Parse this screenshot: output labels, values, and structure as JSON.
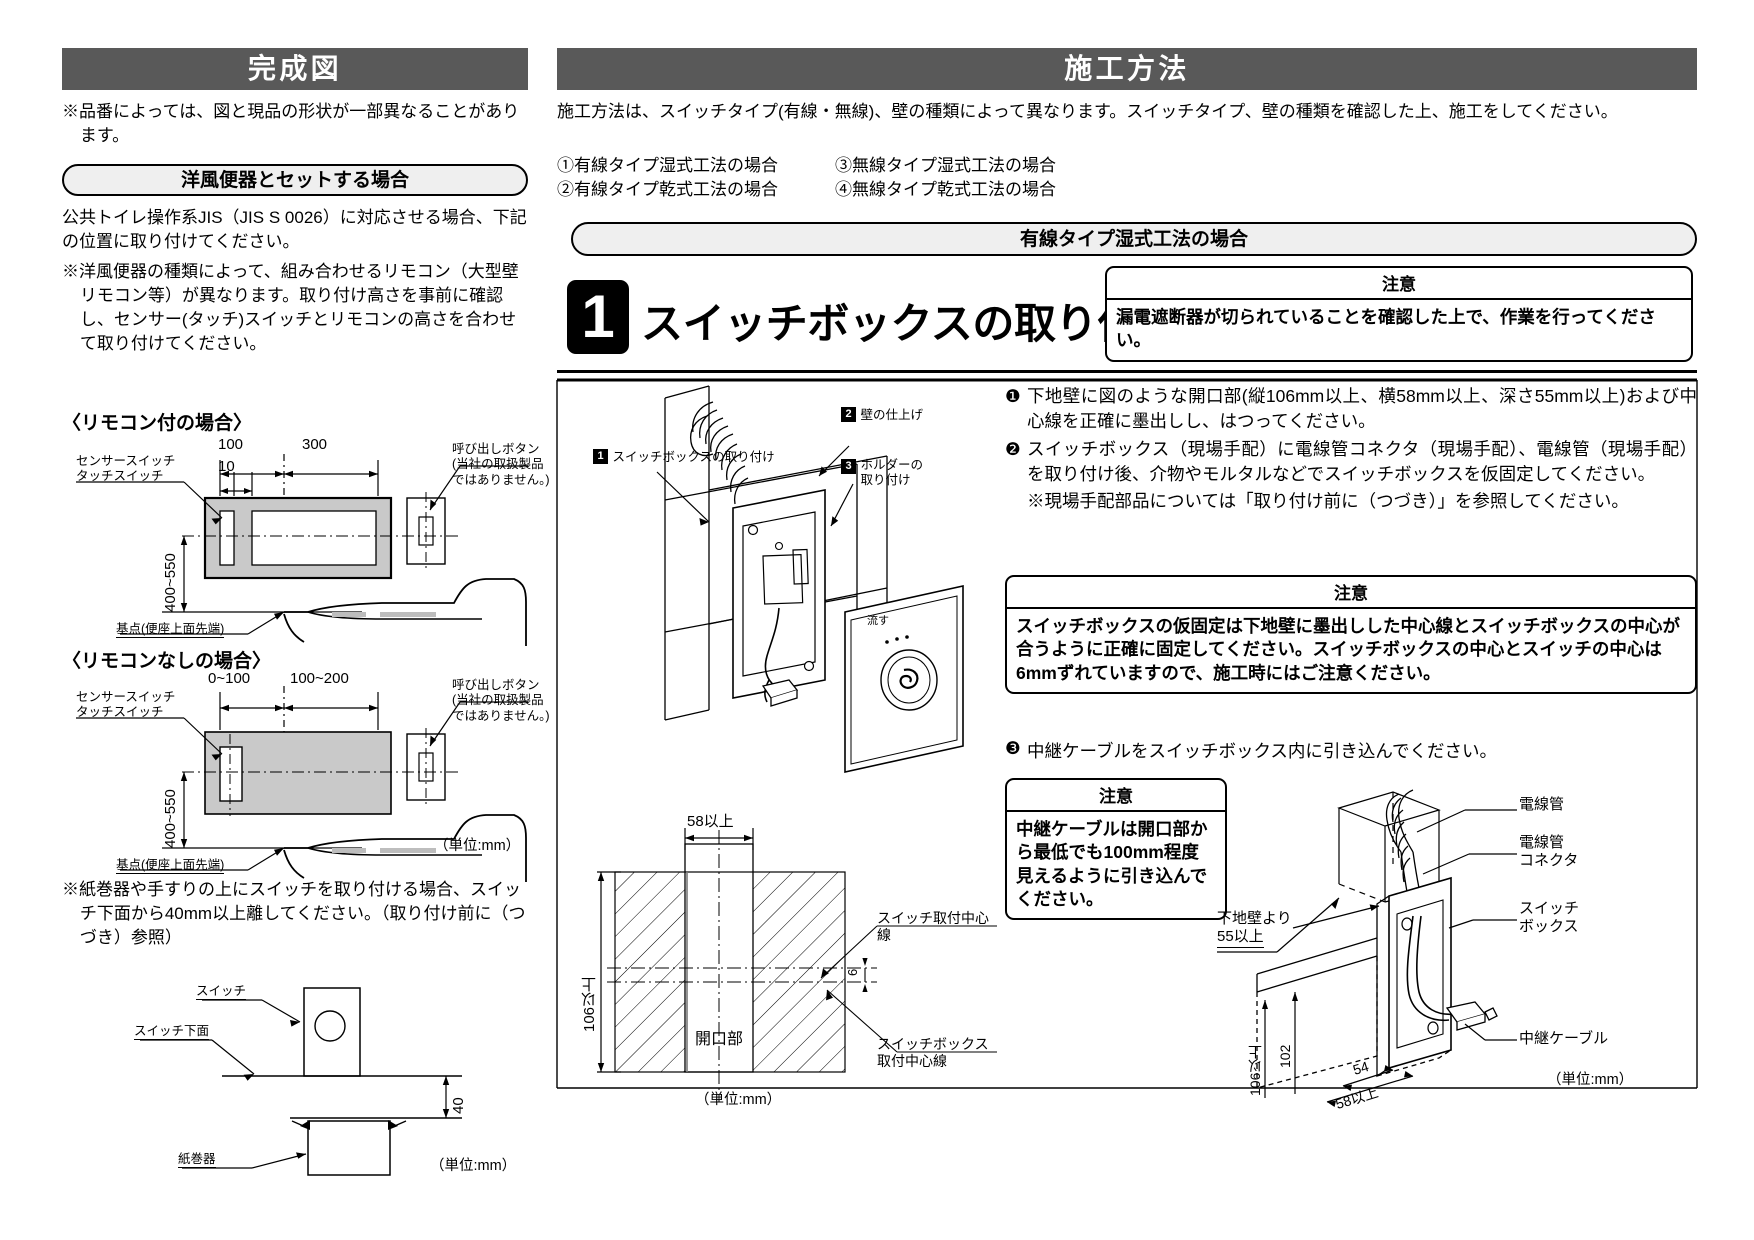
{
  "left": {
    "header": "完成図",
    "note_top": "※品番によっては、図と現品の形状が一部異なることがあります。",
    "pill": "洋風便器とセットする場合",
    "intro": "公共トイレ操作系JIS（JIS S 0026）に対応させる場合、下記の位置に取り付けてください。",
    "intro2": "※洋風便器の種類によって、組み合わせるリモコン（大型壁リモコン等）が異なります。取り付け高さを事前に確認し、センサー(タッチ)スイッチとリモコンの高さを合わせて取り付けてください。",
    "fig1": {
      "caption": "〈リモコン付の場合〉",
      "label_switch": "センサースイッチ\nタッチスイッチ",
      "label_switch_l1": "センサースイッチ",
      "label_switch_l2": "タッチスイッチ",
      "label_call_l1": "呼び出しボタン",
      "label_call_l2": "(当社の取扱製品",
      "label_call_l3": "ではありません。)",
      "dim_100": "100",
      "dim_300": "300",
      "dim_10": "10",
      "dim_height": "400~550",
      "label_base": "基点(便座上面先端)"
    },
    "fig2": {
      "caption": "〈リモコンなしの場合〉",
      "label_switch_l1": "センサースイッチ",
      "label_switch_l2": "タッチスイッチ",
      "label_call_l1": "呼び出しボタン",
      "label_call_l2": "(当社の取扱製品",
      "label_call_l3": "ではありません。)",
      "dim_a": "0~100",
      "dim_b": "100~200",
      "dim_height": "400~550",
      "label_base": "基点(便座上面先端)",
      "unit": "（単位:mm）"
    },
    "note_bottom": "※紙巻器や手すりの上にスイッチを取り付ける場合、スイッチ下面から40mm以上離してください。（取り付け前に（つづき）参照）",
    "fig3": {
      "label_switch": "スイッチ",
      "label_switch_bottom": "スイッチ下面",
      "label_holder": "紙巻器",
      "dim_40": "40",
      "unit": "（単位:mm）"
    }
  },
  "right": {
    "header": "施工方法",
    "intro": "施工方法は、スイッチタイプ(有線・無線)、壁の種類によって異なります。スイッチタイプ、壁の種類を確認した上、施工をしてください。",
    "options": [
      "①有線タイプ湿式工法の場合",
      "③無線タイプ湿式工法の場合",
      "②有線タイプ乾式工法の場合",
      "④無線タイプ乾式工法の場合"
    ],
    "pill": "有線タイプ湿式工法の場合",
    "step": {
      "number": "1",
      "title": "スイッチボックスの取り付け"
    },
    "caution1": {
      "head": "注意",
      "body": "漏電遮断器が切られていることを確認した上で、作業を行ってください。"
    },
    "fig_labels": {
      "callout1_num": "1",
      "callout1": "スイッチボックスの取り付け",
      "callout2_num": "2",
      "callout2": "壁の仕上げ",
      "callout3_num": "3",
      "callout3_l1": "ホルダーの",
      "callout3_l2": "取り付け",
      "flush_label": "流す"
    },
    "steps": [
      {
        "num": "❶",
        "text": "下地壁に図のような開口部(縦106mm以上、横58mm以上、深さ55mm以上)および中心線を正確に墨出しし、はつってください。"
      },
      {
        "num": "❷",
        "text": "スイッチボックス（現場手配）に電線管コネクタ（現場手配）、電線管（現場手配）を取り付け後、介物やモルタルなどでスイッチボックスを仮固定してください。"
      },
      {
        "num": "",
        "text": "※現場手配部品については「取り付け前に（つづき）」を参照してください。"
      },
      {
        "num": "❸",
        "text": "中継ケーブルをスイッチボックス内に引き込んでください。"
      }
    ],
    "step2_bold_parts": [
      "スイッチボックス（現場手配）",
      "電線管コネクタ（現場手配）",
      "電線管（現場手配）"
    ],
    "caution2": {
      "head": "注意",
      "body": "スイッチボックスの仮固定は下地壁に墨出しした中心線とスイッチボックスの中心が合うように正確に固定してください。スイッチボックスの中心とスイッチの中心は6mmずれていますので、施工時にはご注意ください。"
    },
    "caution3": {
      "head": "注意",
      "body": "中継ケーブルは開口部から最低でも100mm程度見えるように引き込んでください。"
    },
    "plan_fig": {
      "dim_w": "58以上",
      "dim_h": "106以上",
      "dim_offset": "6",
      "label_open": "開口部",
      "label_center_switch_l1": "スイッチ取付中心線",
      "label_center_box_l1": "スイッチボックス",
      "label_center_box_l2": "取付中心線",
      "unit": "（単位:mm）"
    },
    "iso_fig": {
      "label_conduit": "電線管",
      "label_connector_l1": "電線管",
      "label_connector_l2": "コネクタ",
      "label_box_l1": "スイッチ",
      "label_box_l2": "ボックス",
      "label_cable": "中継ケーブル",
      "label_depth_l1": "下地壁より",
      "label_depth_l2": "55以上",
      "dim_106": "106以上",
      "dim_102": "102",
      "dim_54": "54",
      "dim_58": "58以上",
      "unit": "（単位:mm）"
    }
  }
}
